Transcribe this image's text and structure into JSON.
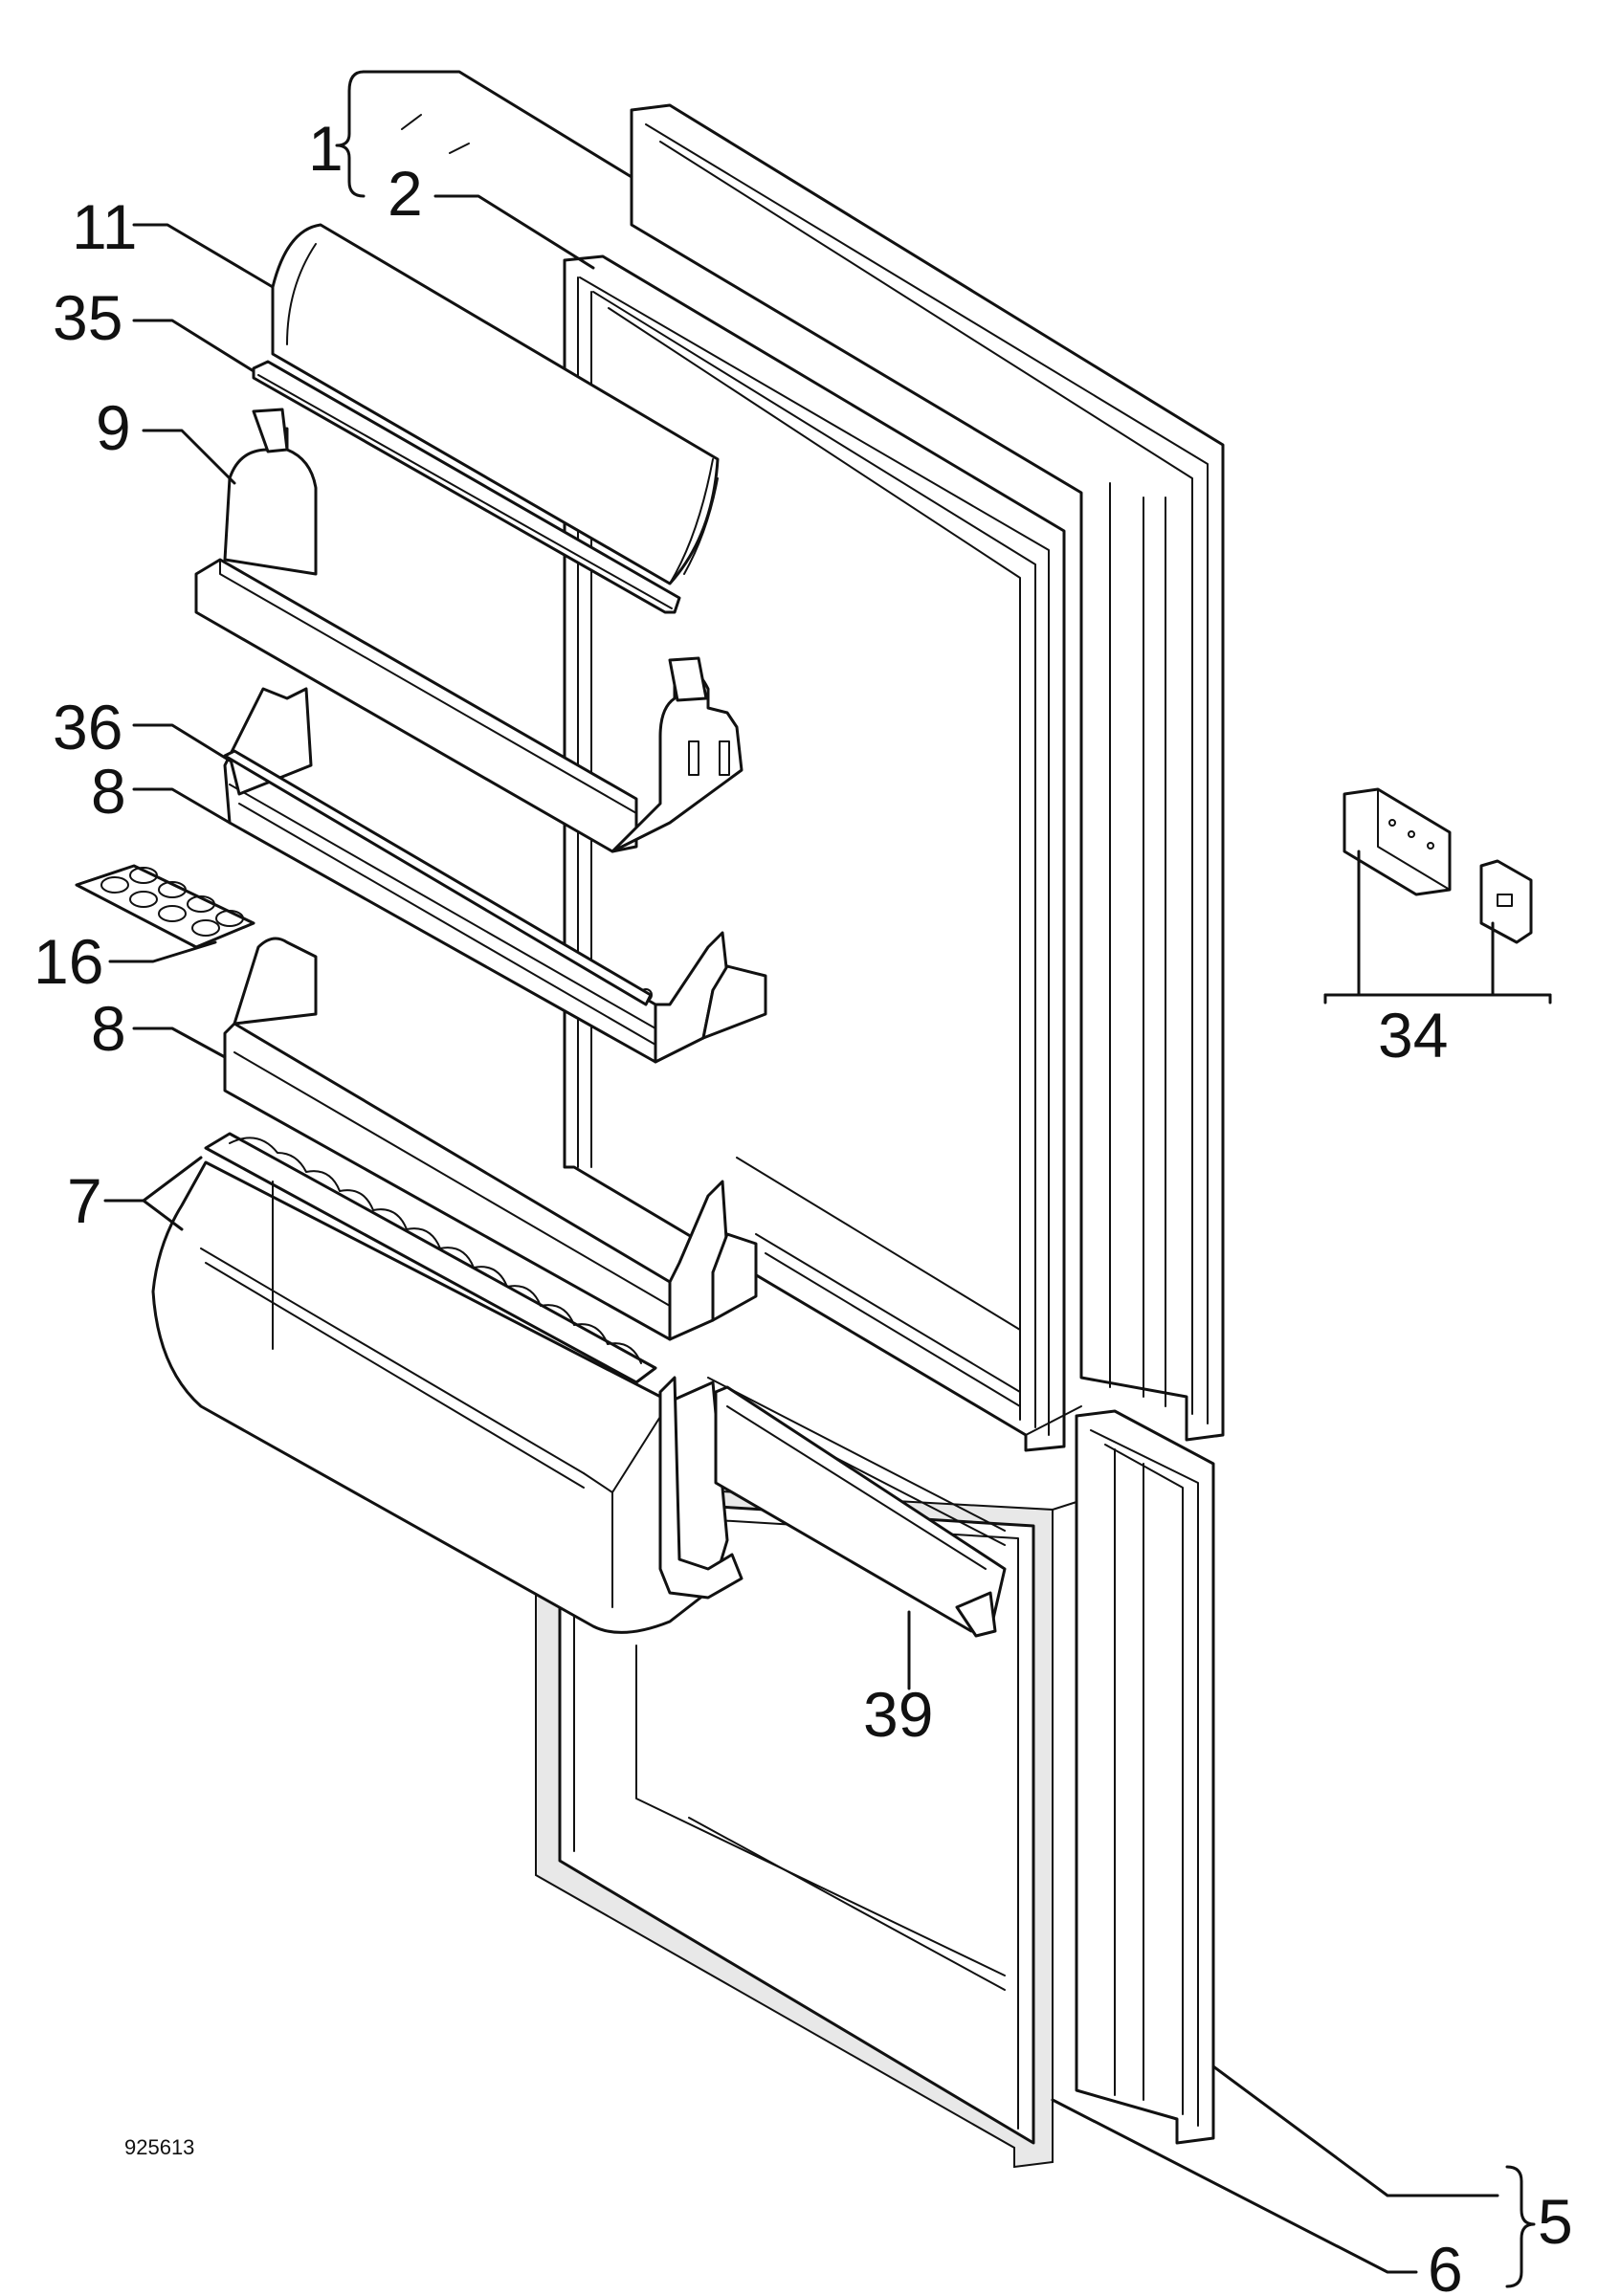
{
  "figure_code": "925613",
  "labels": {
    "l1": "1",
    "l2": "2",
    "l5": "5",
    "l6": "6",
    "l7": "7",
    "l8a": "8",
    "l8b": "8",
    "l9": "9",
    "l11": "11",
    "l16": "16",
    "l34": "34",
    "l35": "35",
    "l36": "36",
    "l39": "39"
  }
}
